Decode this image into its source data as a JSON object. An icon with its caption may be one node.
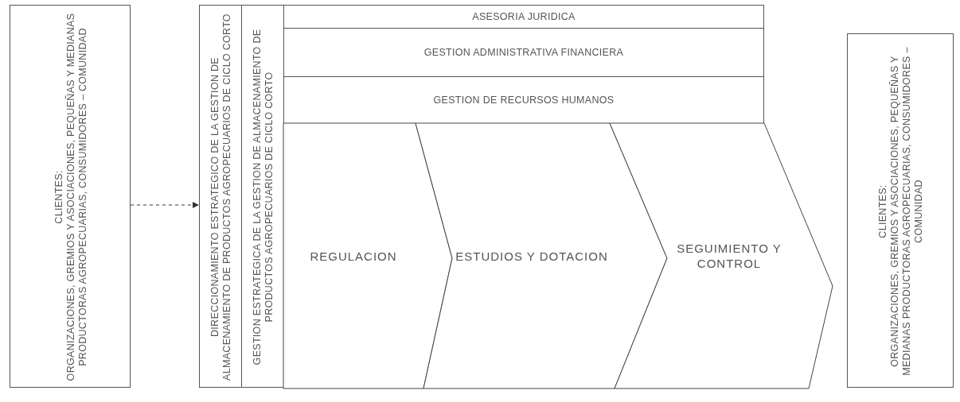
{
  "diagram": {
    "nodes": [
      {
        "text": [
          "CLIENTES:",
          "ORGANIZACIONES, GREMIOS Y ASOCIACIONES, PEQUEÑAS Y MEDIANAS PRODUCTORAS AGROPECUARIAS, CONSUMIDORES – COMUNIDAD"
        ]
      },
      {
        "text": [
          "DIRECCIONAMIENTO ESTRATEGICO DE LA GESTION DE ALMACENAMIENTO DE PRODUCTOS AGROPECUARIOS DE CICLO CORTO"
        ]
      },
      {
        "text": [
          "GESTION ESTRATEGICA DE LA GESTION DE ALMACENAMIENTO DE PRODUCTOS AGROPECUARIOS DE CICLO CORTO"
        ]
      },
      {
        "text": [
          "ASESORIA JURIDICA"
        ]
      },
      {
        "text": [
          "GESTION ADMINISTRATIVA FINANCIERA"
        ]
      },
      {
        "text": [
          "GESTION DE RECURSOS HUMANOS"
        ]
      },
      {
        "text": [
          "REGULACION"
        ]
      },
      {
        "text": [
          "ESTUDIOS Y DOTACION"
        ]
      },
      {
        "text": [
          "SEGUIMIENTO Y CONTROL"
        ]
      },
      {
        "text": [
          "CLIENTES:",
          "ORGANIZACIONES, GREMIOS Y ASOCIACIONES, PEQUEÑAS Y MEDIANAS PRODUCTORAS AGROPECUARIAS, CONSUMIDORES – COMUNIDAD"
        ]
      }
    ],
    "edges": [
      {
        "from": 0,
        "to": 1,
        "arrow": "to",
        "style": "dashed"
      }
    ]
  }
}
